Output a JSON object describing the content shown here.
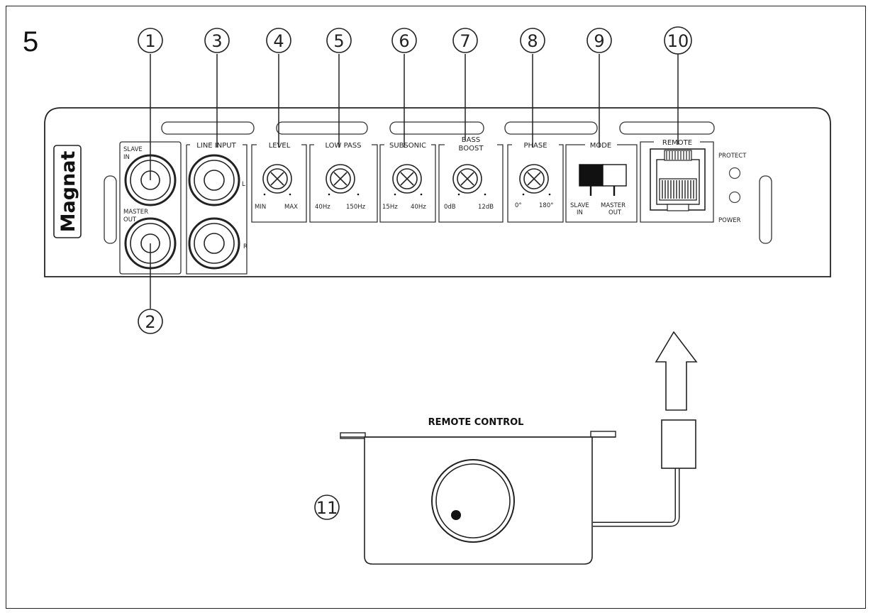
{
  "figure_number": "5",
  "callouts": [
    "1",
    "2",
    "3",
    "4",
    "5",
    "6",
    "7",
    "8",
    "9",
    "10",
    "11"
  ],
  "brand": "Magnat",
  "groups": {
    "line_input": "LINE INPUT",
    "level": "LEVEL",
    "low_pass": "LOW PASS",
    "subsonic": "SUBSONIC",
    "bass_boost_1": "BASS",
    "bass_boost_2": "BOOST",
    "phase": "PHASE",
    "mode": "MODE",
    "remote": "REMOTE"
  },
  "jacks": {
    "slave_in_1": "SLAVE",
    "slave_in_2": "IN",
    "master_out_1": "MASTER",
    "master_out_2": "OUT",
    "channel_l": "L",
    "channel_r": "R"
  },
  "ranges": {
    "level_min": "MIN",
    "level_max": "MAX",
    "lowpass_min": "40Hz",
    "lowpass_max": "150Hz",
    "subsonic_min": "15Hz",
    "subsonic_max": "40Hz",
    "bassboost_min": "0dB",
    "bassboost_max": "12dB",
    "phase_min": "0°",
    "phase_max": "180°"
  },
  "mode_switch": {
    "left_1": "SLAVE",
    "left_2": "IN",
    "right_1": "MASTER",
    "right_2": "OUT"
  },
  "leds": {
    "protect": "PROTECT",
    "power": "POWER"
  },
  "remote_control_label": "REMOTE CONTROL"
}
